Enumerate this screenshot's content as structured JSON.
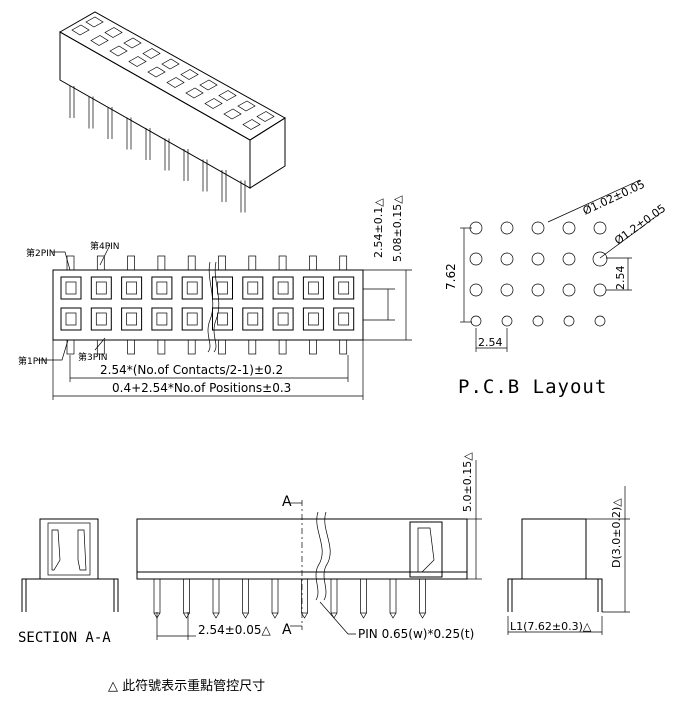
{
  "labels": {
    "pin2": "第2PIN",
    "pin4": "第4PIN",
    "pin1": "第1PIN",
    "pin3": "第3PIN",
    "contacts_dim": "2.54*(No.of Contacts/2-1)±0.2",
    "positions_dim": "0.4+2.54*No.of Positions±0.3",
    "row_pitch": "2.54±0.1△",
    "total_width": "5.08±0.15△",
    "pcb_title": "P.C.B Layout",
    "pcb_dia1": "Ø1.02±0.05",
    "pcb_dia2": "Ø1.2±0.05",
    "pcb_row_pitch": "2.54",
    "pcb_col_pitch": "2.54",
    "pcb_height": "7.62",
    "height_dim": "5.0±0.15△",
    "pitch_dim": "2.54±0.05△",
    "pin_dim": "PIN 0.65(w)*0.25(t)",
    "section_a": "A",
    "section_label": "SECTION A-A",
    "l1_dim": "L1(7.62±0.3)△",
    "d_dim": "D(3.0±0.2)△",
    "footnote": "△ 此符號表示重點管控尺寸"
  }
}
